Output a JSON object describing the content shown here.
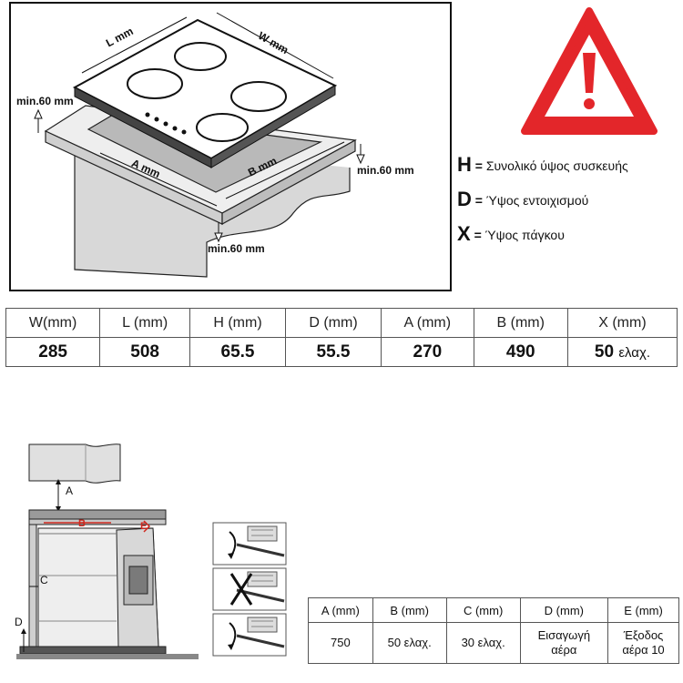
{
  "hob_diagram": {
    "labels": {
      "width": "W mm",
      "length": "L mm",
      "cutout_a": "A mm",
      "cutout_b": "B mm",
      "clear_left": "min.60 mm",
      "clear_right": "min.60 mm",
      "clear_front": "min.60 mm"
    }
  },
  "warning": {
    "icon": "warning-triangle-icon",
    "color": "#e3262a"
  },
  "legend": [
    {
      "letter": "H",
      "text": "Συνολικό ύψος συσκευής"
    },
    {
      "letter": "D",
      "text": "Ύψος εντοιχισμού"
    },
    {
      "letter": "X",
      "text": "Ύψος πάγκου"
    }
  ],
  "legend_eq": "=",
  "dimensions_table": {
    "headers": [
      "W(mm)",
      "L (mm)",
      "H (mm)",
      "D (mm)",
      "A (mm)",
      "B (mm)",
      "X (mm)"
    ],
    "values": [
      "285",
      "508",
      "65.5",
      "55.5",
      "270",
      "490",
      "50"
    ],
    "x_suffix": "ελαχ."
  },
  "oven_diagram": {
    "labels": {
      "a": "A",
      "b": "B",
      "c": "C",
      "d": "D",
      "e": "E"
    },
    "accent_color": "#d0281e"
  },
  "oven_table": {
    "headers": [
      "A (mm)",
      "B (mm)",
      "C (mm)",
      "D (mm)",
      "E (mm)"
    ],
    "values": [
      [
        "750"
      ],
      [
        "50 ελαχ."
      ],
      [
        "30 ελαχ."
      ],
      [
        "Εισαγωγή",
        "αέρα"
      ],
      [
        "Έξοδος",
        "αέρα 10"
      ]
    ]
  }
}
